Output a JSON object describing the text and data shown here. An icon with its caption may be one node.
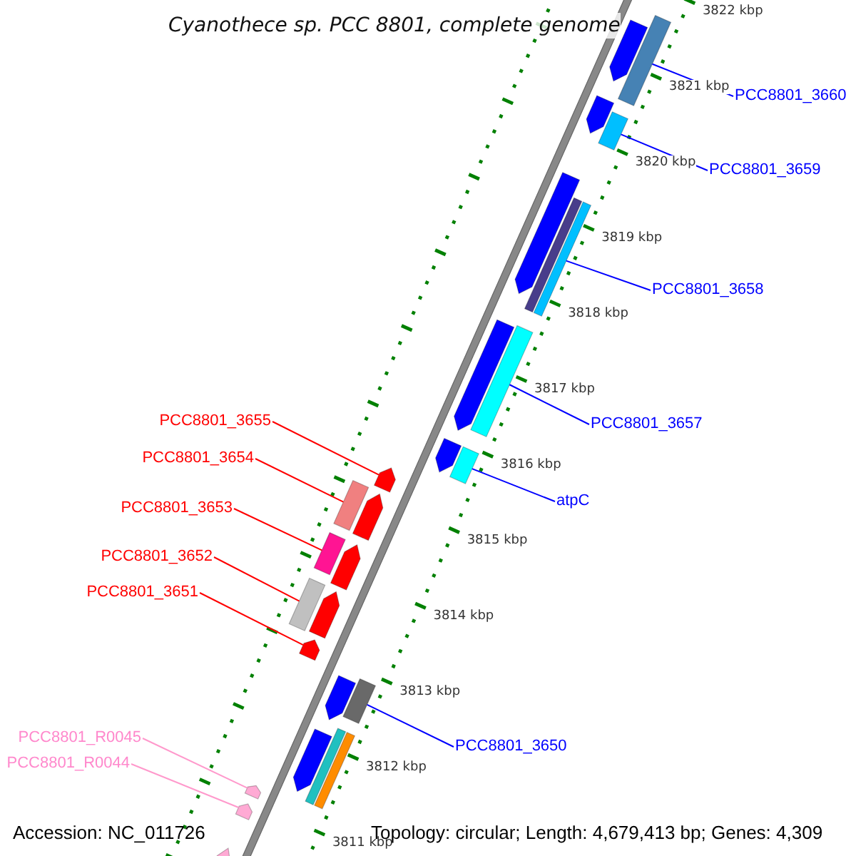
{
  "diagram": {
    "title": "Cyanothece sp. PCC 8801, complete genome",
    "nodes": [
      {
        "text": [
          "PCC8801_3660"
        ]
      },
      {
        "text": [],
        "shape": "bar"
      },
      {
        "text": [
          "PCC8801_3659"
        ]
      },
      {
        "text": [],
        "shape": "bar"
      },
      {
        "text": [
          "PCC8801_3658"
        ]
      },
      {
        "text": [],
        "shape": "bar"
      },
      {
        "text": [
          "PCC8801_3657"
        ]
      },
      {
        "text": [],
        "shape": "bar"
      },
      {
        "text": [
          "atpC"
        ]
      },
      {
        "text": [],
        "shape": "bar"
      },
      {
        "text": [
          "PCC8801_3655"
        ]
      },
      {
        "text": [],
        "shape": "bar"
      },
      {
        "text": [
          "PCC8801_3654"
        ]
      },
      {
        "text": [],
        "shape": "bar"
      },
      {
        "text": [
          "PCC8801_3653"
        ]
      },
      {
        "text": [],
        "shape": "bar"
      },
      {
        "text": [
          "PCC8801_3652"
        ]
      },
      {
        "text": [],
        "shape": "bar"
      },
      {
        "text": [
          "PCC8801_3651"
        ]
      },
      {
        "text": [],
        "shape": "bar"
      },
      {
        "text": [
          "PCC8801_3650"
        ]
      },
      {
        "text": [],
        "shape": "bar"
      },
      {
        "text": [
          "PCC8801_R0045"
        ]
      },
      {
        "text": [],
        "shape": "bar"
      },
      {
        "text": [
          "PCC8801_R0044"
        ]
      },
      {
        "text": [],
        "shape": "bar"
      },
      {
        "text": [],
        "shape": "bar"
      },
      {
        "text": [],
        "shape": "bar"
      },
      {
        "text": [],
        "shape": "bar"
      },
      {
        "text": [],
        "shape": "bar"
      },
      {
        "text": [],
        "shape": "bar"
      },
      {
        "text": [],
        "shape": "bar"
      },
      {
        "text": [],
        "shape": "bar"
      },
      {
        "text": [],
        "shape": "bar"
      },
      {
        "text": [],
        "shape": "bar"
      },
      {
        "text": [],
        "shape": "bar"
      },
      {
        "text": [],
        "shape": "bar"
      },
      {
        "text": [],
        "shape": "bar"
      },
      {
        "text": [],
        "shape": "bar"
      },
      {
        "text": [],
        "shape": "bar"
      }
    ],
    "edges": [
      {
        "from": 0,
        "to": 1,
        "arrow": "none"
      },
      {
        "from": 2,
        "to": 3,
        "arrow": "none"
      },
      {
        "from": 4,
        "to": 5,
        "arrow": "none"
      },
      {
        "from": 6,
        "to": 7,
        "arrow": "none"
      },
      {
        "from": 8,
        "to": 9,
        "arrow": "none"
      },
      {
        "from": 10,
        "to": 11,
        "arrow": "none",
        "color": "#ff0000"
      },
      {
        "from": 12,
        "to": 13,
        "arrow": "none",
        "color": "#ff0000"
      },
      {
        "from": 14,
        "to": 15,
        "arrow": "none",
        "color": "#ff0000"
      },
      {
        "from": 16,
        "to": 17,
        "arrow": "none",
        "color": "#ff0000"
      },
      {
        "from": 18,
        "to": 19,
        "arrow": "none",
        "color": "#ff0000"
      },
      {
        "from": 20,
        "to": 21,
        "arrow": "none"
      },
      {
        "from": 22,
        "to": 23,
        "arrow": "none",
        "color": "#ff99cc"
      },
      {
        "from": 24,
        "to": 25,
        "arrow": "none",
        "color": "#ff99cc"
      }
    ],
    "labels": [
      "3822 kbp",
      "3821 kbp",
      "3820 kbp",
      "3819 kbp",
      "3818 kbp",
      "3817 kbp",
      "3816 kbp",
      "3815 kbp",
      "3814 kbp",
      "3813 kbp",
      "3812 kbp",
      "3811 kbp",
      "Accession: NC_011726",
      "Topology: circular; Length: 4,679,413 bp; Genes: 4,309"
    ]
  }
}
